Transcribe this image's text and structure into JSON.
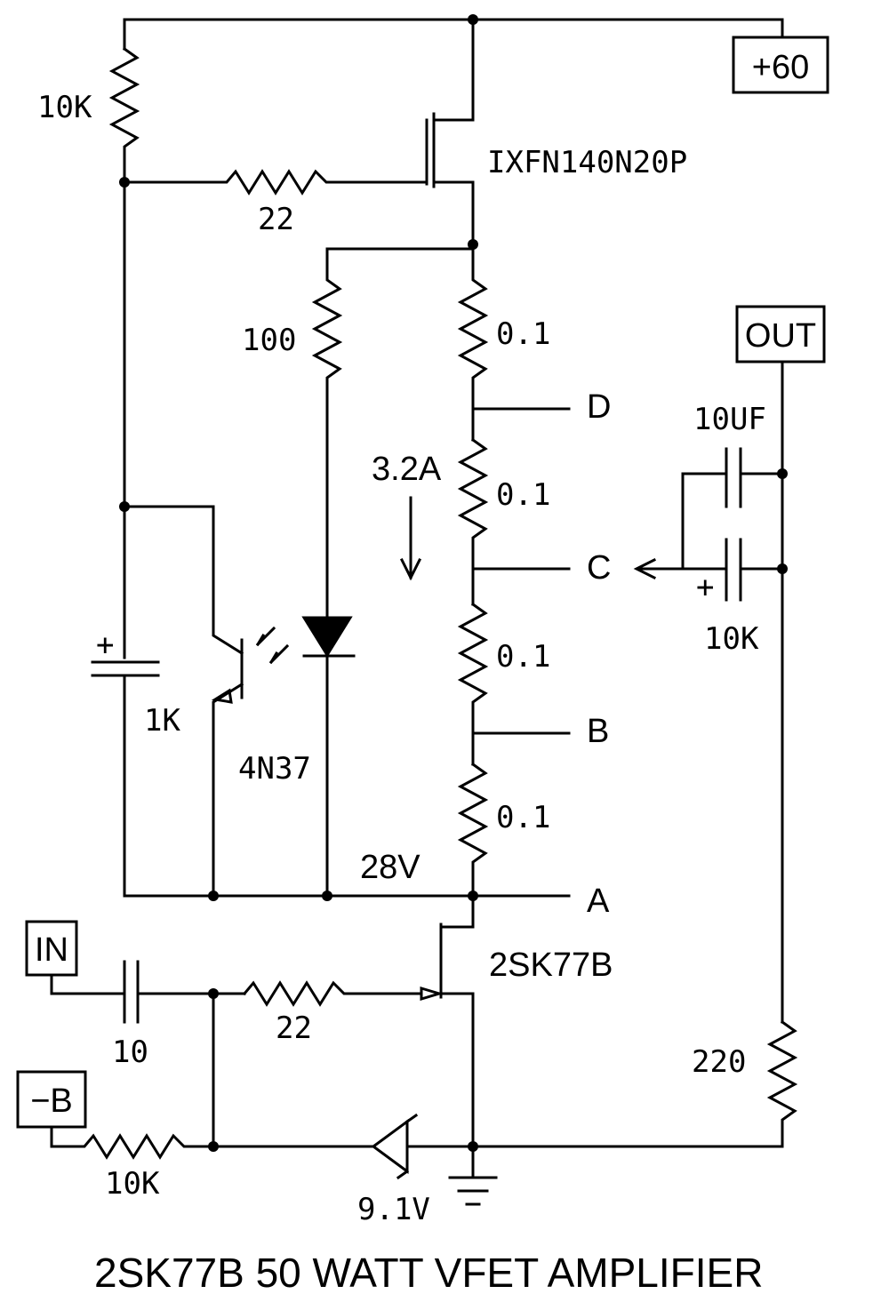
{
  "title": "2SK77B 50 WATT VFET AMPLIFIER",
  "terminals": {
    "supply_pos": "+60",
    "output": "OUT",
    "input": "IN",
    "supply_neg": "−B"
  },
  "nodes": {
    "d": "D",
    "c": "C",
    "b": "B",
    "a": "A"
  },
  "components": {
    "r_top_left": "10K",
    "r_gate_mosfet": "22",
    "mosfet": "IXFN140N20P",
    "r_led": "100",
    "r_sense_1": "0.1",
    "r_sense_2": "0.1",
    "r_sense_3": "0.1",
    "r_sense_4": "0.1",
    "cap_left": "1K",
    "optocoupler": "4N37",
    "cap_out_top": "10UF",
    "cap_out_bottom": "10K",
    "vfet": "2SK77B",
    "cap_in": "10",
    "r_gate_vfet": "22",
    "r_bias": "10K",
    "zener": "9.1V",
    "r_out": "220"
  },
  "annotations": {
    "current": "3.2A",
    "voltage": "28V",
    "cap_polarity": "+"
  }
}
